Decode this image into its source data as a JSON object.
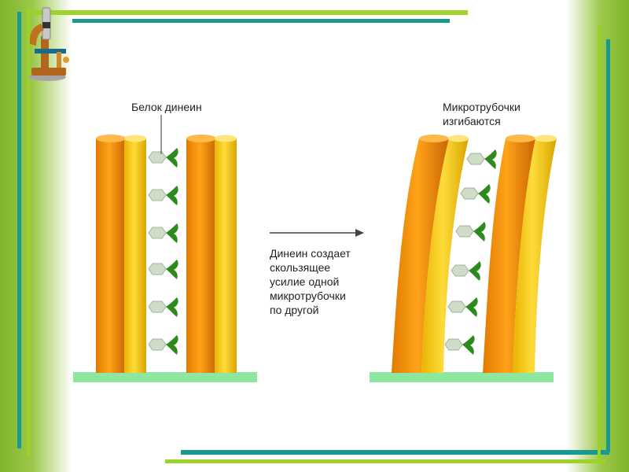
{
  "labels": {
    "dynein": "Белок динеин",
    "bend": "Микротрубочки\nизгибаются",
    "sliding": "Динеин создает\nскользящее\nусилие одной\nмикротрубочки\nпо другой"
  },
  "colors": {
    "frame_green": "#8dbf3a",
    "accent_teal": "#1a9a8e",
    "accent_lime": "#9ed12a",
    "tube_orange": "#f08a00",
    "tube_yellow": "#f5c400",
    "dynein_head": "#c8d9c0",
    "dynein_stalk": "#2e8a1e",
    "base_green": "#8ee6a0"
  },
  "icons": [
    "microscope-icon",
    "arrow-right-icon"
  ]
}
